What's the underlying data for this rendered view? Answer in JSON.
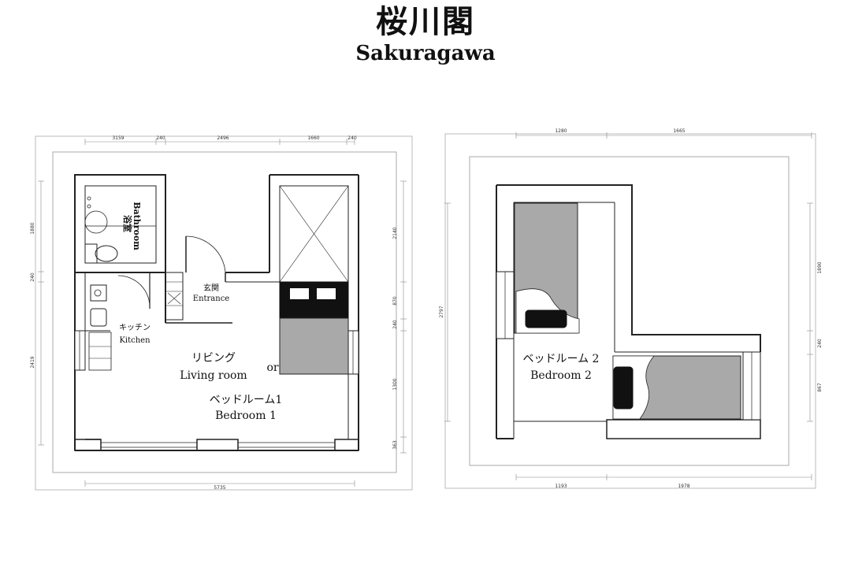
{
  "title": {
    "japanese": "桜川閣",
    "english": "Sakuragawa"
  },
  "plan1": {
    "rooms": {
      "bathroom_jp": "浴室",
      "bathroom_en": "Bathroom",
      "entrance_jp": "玄関",
      "entrance_en": "Entrance",
      "kitchen_jp": "キッチン",
      "kitchen_en": "Kitchen",
      "living_jp": "リビング",
      "living_en": "Living room",
      "or": "or",
      "bedroom_jp": "ベッドルーム1",
      "bedroom_en": "Bedroom 1"
    },
    "dims_top": [
      "3159",
      "240",
      "2496",
      "1660",
      "240"
    ],
    "dims_bottom": "5735",
    "dims_left": [
      "1880",
      "240",
      "2419"
    ],
    "dims_right": [
      "2140",
      "870",
      "240",
      "1300",
      "363"
    ]
  },
  "plan2": {
    "rooms": {
      "bedroom_jp": "ベッドルーム 2",
      "bedroom_en": "Bedroom 2"
    },
    "dims_top": [
      "1280",
      "1665"
    ],
    "dims_bottom": [
      "1193",
      "1978"
    ],
    "dims_left": "2797",
    "dims_right": [
      "1890",
      "240",
      "867"
    ]
  }
}
